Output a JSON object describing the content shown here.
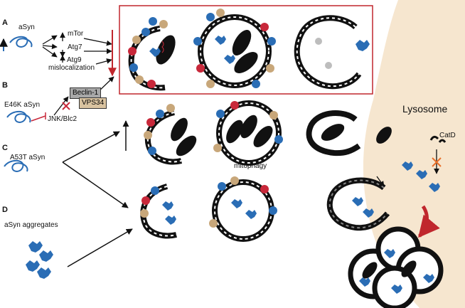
{
  "panels": {
    "a": {
      "letter": "A",
      "protein": "aSyn",
      "effects": [
        "mTor",
        "Atg7",
        "Atg9",
        "mislocalization"
      ]
    },
    "b": {
      "letter": "B",
      "protein": "E46K aSyn",
      "target": "JNK/Blc2",
      "boxes": [
        "Beclin-1",
        "VPS34"
      ]
    },
    "c": {
      "letter": "C",
      "protein": "A53T aSyn",
      "process": "mitophagy"
    },
    "d": {
      "letter": "D",
      "protein": "aSyn aggregates"
    }
  },
  "lysosome": {
    "label": "Lysosome",
    "enzyme": "CatD"
  },
  "colors": {
    "membrane": "#111111",
    "blue": "#2a6db5",
    "red": "#c8283a",
    "tan": "#c8a77a",
    "gray": "#bdbdbd",
    "lysosome": "#f6e6cf",
    "highlight_box": "#c0272d",
    "box1": "#a8a8a8",
    "box2": "#d9c3a0"
  }
}
